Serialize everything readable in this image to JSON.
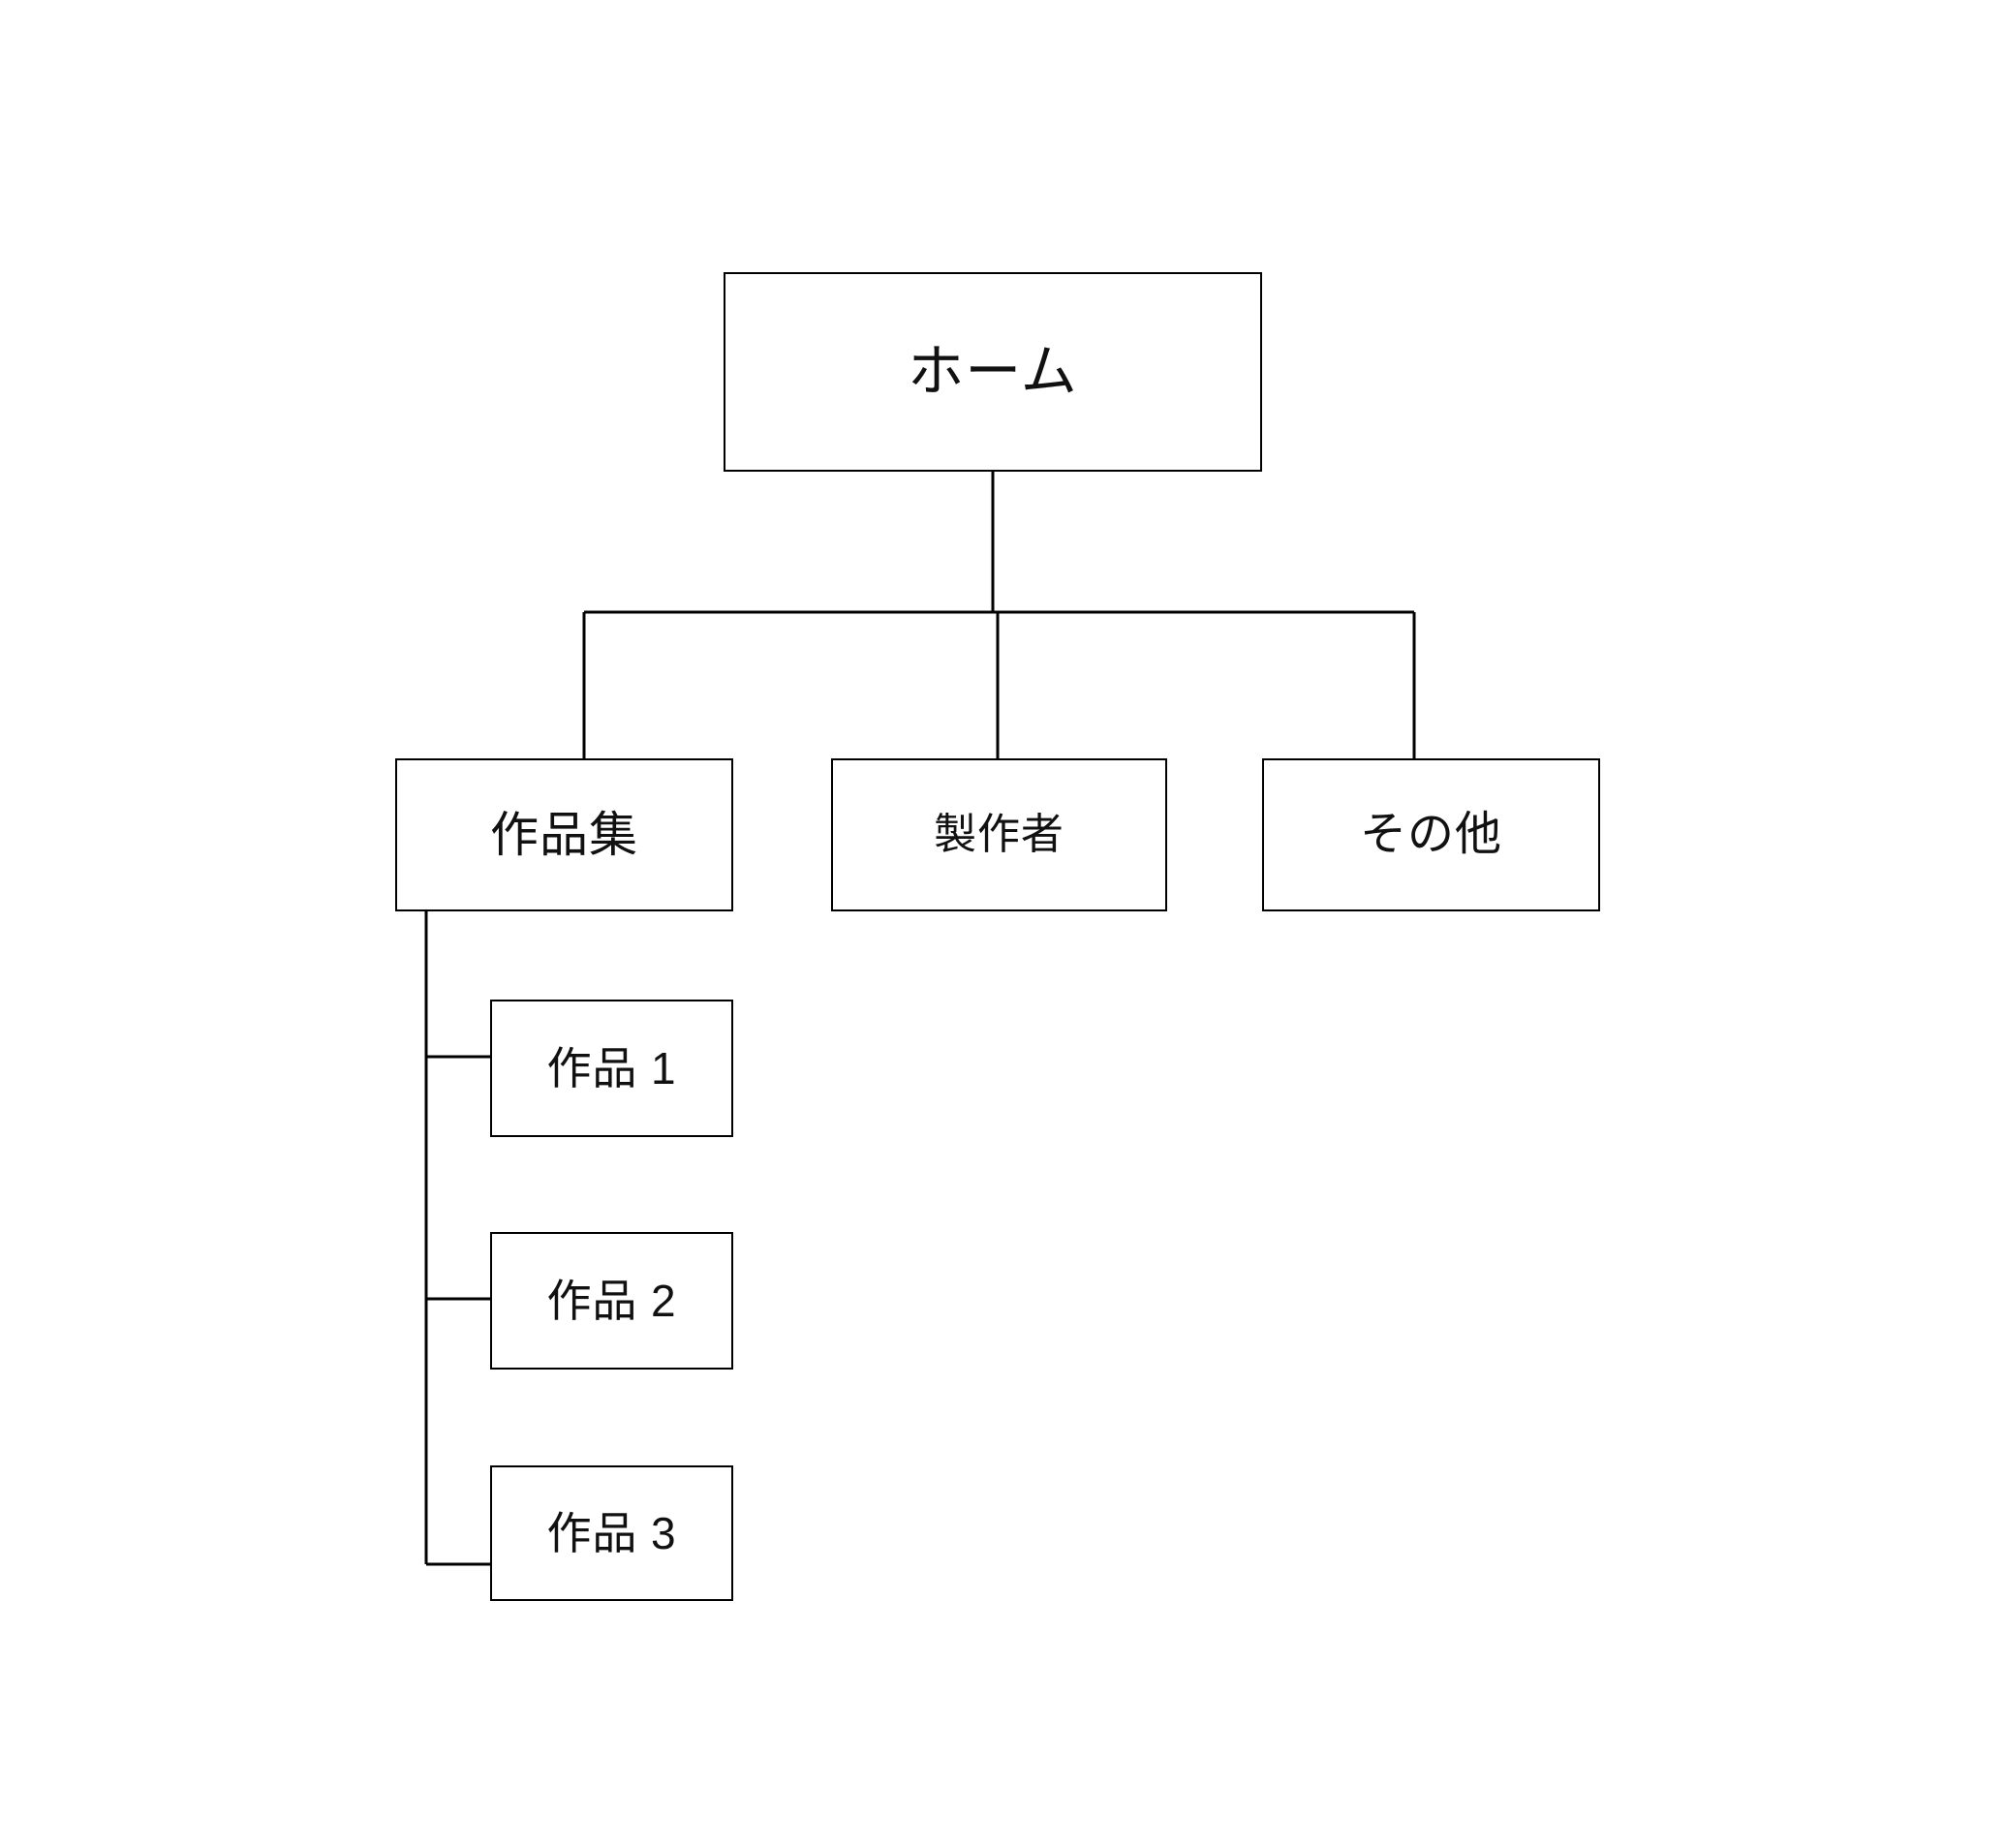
{
  "diagram": {
    "type": "site-map-tree",
    "background_color": "#ffffff",
    "line_color": "#000000",
    "text_color": "#111111",
    "nodes": {
      "home": {
        "label": "ホーム"
      },
      "works": {
        "label": "作品集"
      },
      "creator": {
        "label": "製作者"
      },
      "other": {
        "label": "その他"
      },
      "work1": {
        "label": "作品 1"
      },
      "work2": {
        "label": "作品 2"
      },
      "work3": {
        "label": "作品 3"
      }
    },
    "edges": [
      {
        "from": "home",
        "to": "works",
        "style": "orthogonal-top"
      },
      {
        "from": "home",
        "to": "creator",
        "style": "orthogonal-top"
      },
      {
        "from": "home",
        "to": "other",
        "style": "orthogonal-top"
      },
      {
        "from": "works",
        "to": "work1",
        "style": "orthogonal-left"
      },
      {
        "from": "works",
        "to": "work2",
        "style": "orthogonal-left"
      },
      {
        "from": "works",
        "to": "work3",
        "style": "orthogonal-left"
      }
    ]
  }
}
